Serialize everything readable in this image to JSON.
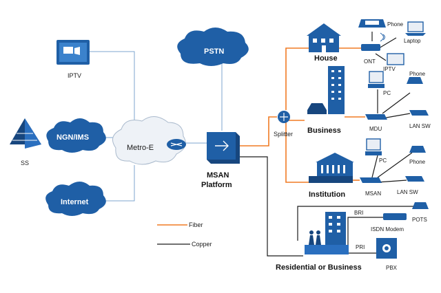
{
  "labels": {
    "iptv_left": "IPTV",
    "ss": "SS",
    "ngn": "NGN/IMS",
    "internet": "Internet",
    "metro": "Metro-E",
    "pstn": "PSTN",
    "msan_platform": "MSAN",
    "msan_platform2": "Platform",
    "splitter": "Splitter",
    "house": "House",
    "business": "Business",
    "institution": "Institution",
    "residential": "Residential or Business",
    "ont": "ONT",
    "phone_house": "Phone",
    "laptop": "Laptop",
    "iptv_house": "IPTV",
    "pc_business": "PC",
    "phone_business": "Phone",
    "mdu": "MDU",
    "lansw_business": "LAN SW",
    "pc_inst": "PC",
    "phone_inst": "Phone",
    "msan_inst": "MSAN",
    "lansw_inst": "LAN SW",
    "bri": "BRI",
    "pots": "POTS",
    "isdn_modem": "ISDN Modem",
    "pri": "PRI",
    "pbx": "PBX"
  },
  "legend": {
    "fiber": "Fiber",
    "copper": "Copper"
  },
  "colors": {
    "fiber": "#f07a22",
    "copper": "#1a1a1a",
    "device_blue": "#1f5fa6",
    "link": "#7da6cf"
  }
}
